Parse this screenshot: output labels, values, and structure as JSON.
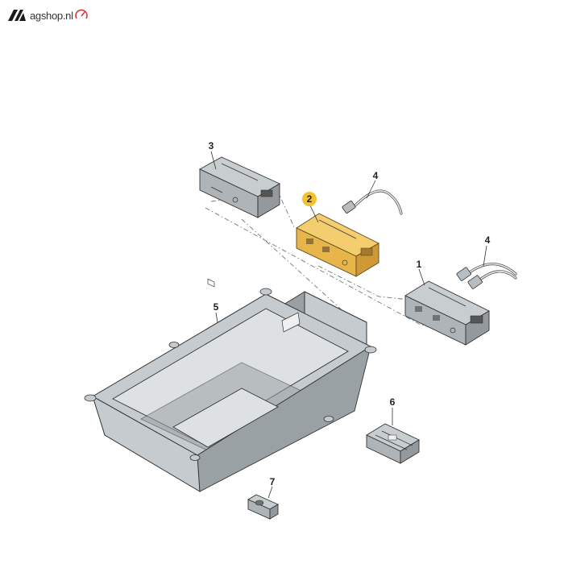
{
  "logo": {
    "text": "agshop.nl",
    "brand_color": "#1b1b1b",
    "accent_color": "#d0342c"
  },
  "callouts": [
    {
      "id": "1",
      "label": "1",
      "highlighted": false
    },
    {
      "id": "2",
      "label": "2",
      "highlighted": true
    },
    {
      "id": "3",
      "label": "3",
      "highlighted": false
    },
    {
      "id": "4a",
      "label": "4",
      "highlighted": false
    },
    {
      "id": "4b",
      "label": "4",
      "highlighted": false
    },
    {
      "id": "5",
      "label": "5",
      "highlighted": false
    },
    {
      "id": "6",
      "label": "6",
      "highlighted": false
    },
    {
      "id": "7",
      "label": "7",
      "highlighted": false
    }
  ],
  "colors": {
    "highlight": "#f3c22f",
    "highlighted_part": "#e8b54a",
    "part_grey": "#aeb4b8"
  }
}
